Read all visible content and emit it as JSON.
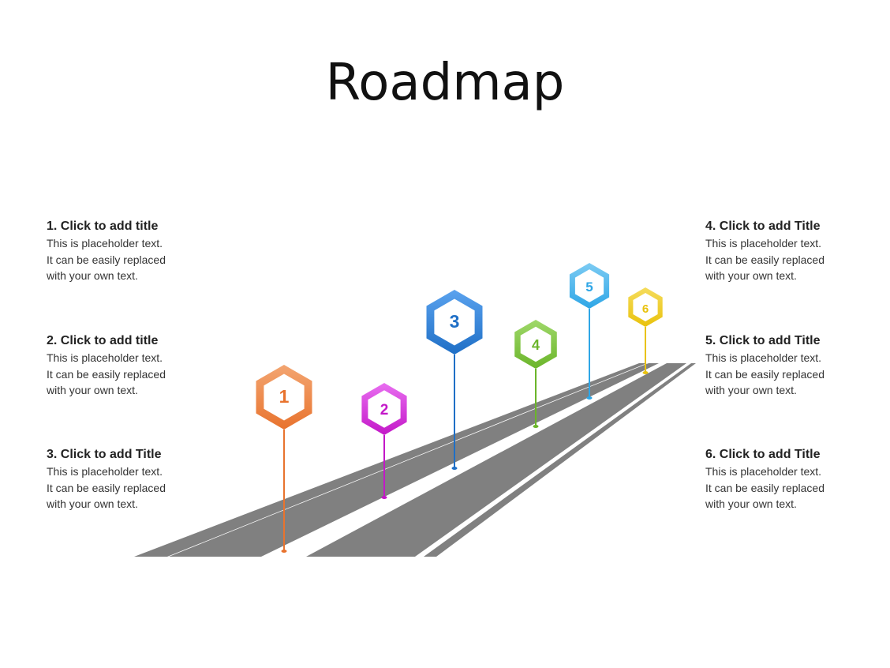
{
  "title": "Roadmap",
  "items": [
    {
      "title": "1. Click to add title",
      "lines": [
        "This is placeholder  text.",
        "It can be easily replaced",
        "with your own text."
      ]
    },
    {
      "title": "2. Click to add title",
      "lines": [
        "This is placeholder  text.",
        "It can be easily replaced",
        "with your own text."
      ]
    },
    {
      "title": "3. Click to add Title",
      "lines": [
        "This is placeholder  text.",
        "It can be easily replaced",
        "with your own text."
      ]
    },
    {
      "title": "4. Click to add Title",
      "lines": [
        "This is placeholder  text.",
        "It can be easily replaced",
        "with your own text."
      ]
    },
    {
      "title": "5. Click to add Title",
      "lines": [
        "This is placeholder  text.",
        "It can be easily replaced",
        "with your own text."
      ]
    },
    {
      "title": "6. Click to add Title",
      "lines": [
        "This is placeholder  text.",
        "It can be easily replaced",
        "with your own text."
      ]
    }
  ],
  "markers": [
    {
      "label": "1",
      "color": "#e8732e",
      "light": "#f3a571"
    },
    {
      "label": "2",
      "color": "#c318c8",
      "light": "#e86ef0"
    },
    {
      "label": "3",
      "color": "#1f6fc6",
      "light": "#5aa2ee"
    },
    {
      "label": "4",
      "color": "#6bb52a",
      "light": "#9fd86a"
    },
    {
      "label": "5",
      "color": "#2ea6e6",
      "light": "#7ccbf3"
    },
    {
      "label": "6",
      "color": "#e9c20c",
      "light": "#f5dc5c"
    }
  ],
  "road_color": "#808080"
}
